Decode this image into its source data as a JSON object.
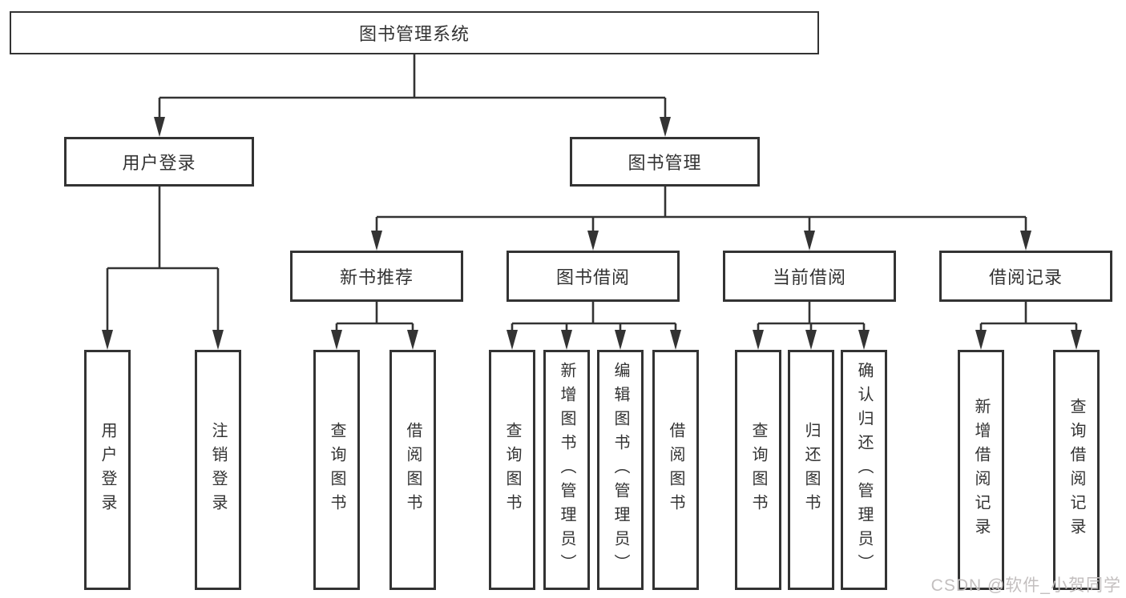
{
  "diagram": {
    "root": {
      "label": "图书管理系统"
    },
    "branches": [
      {
        "label": "用户登录",
        "children": [
          {
            "label": "用户登录"
          },
          {
            "label": "注销登录"
          }
        ]
      },
      {
        "label": "图书管理",
        "children": [
          {
            "label": "新书推荐",
            "children": [
              {
                "label": "查询图书"
              },
              {
                "label": "借阅图书"
              }
            ]
          },
          {
            "label": "图书借阅",
            "children": [
              {
                "label": "查询图书"
              },
              {
                "label": "新增图书（管理员）"
              },
              {
                "label": "编辑图书（管理员）"
              },
              {
                "label": "借阅图书"
              }
            ]
          },
          {
            "label": "当前借阅",
            "children": [
              {
                "label": "查询图书"
              },
              {
                "label": "归还图书"
              },
              {
                "label": "确认归还（管理员）"
              }
            ]
          },
          {
            "label": "借阅记录",
            "children": [
              {
                "label": "新增借阅记录"
              },
              {
                "label": "查询借阅记录"
              }
            ]
          }
        ]
      }
    ],
    "line_color": "#333333",
    "watermark": "CSDN @软件_小贺同学"
  }
}
